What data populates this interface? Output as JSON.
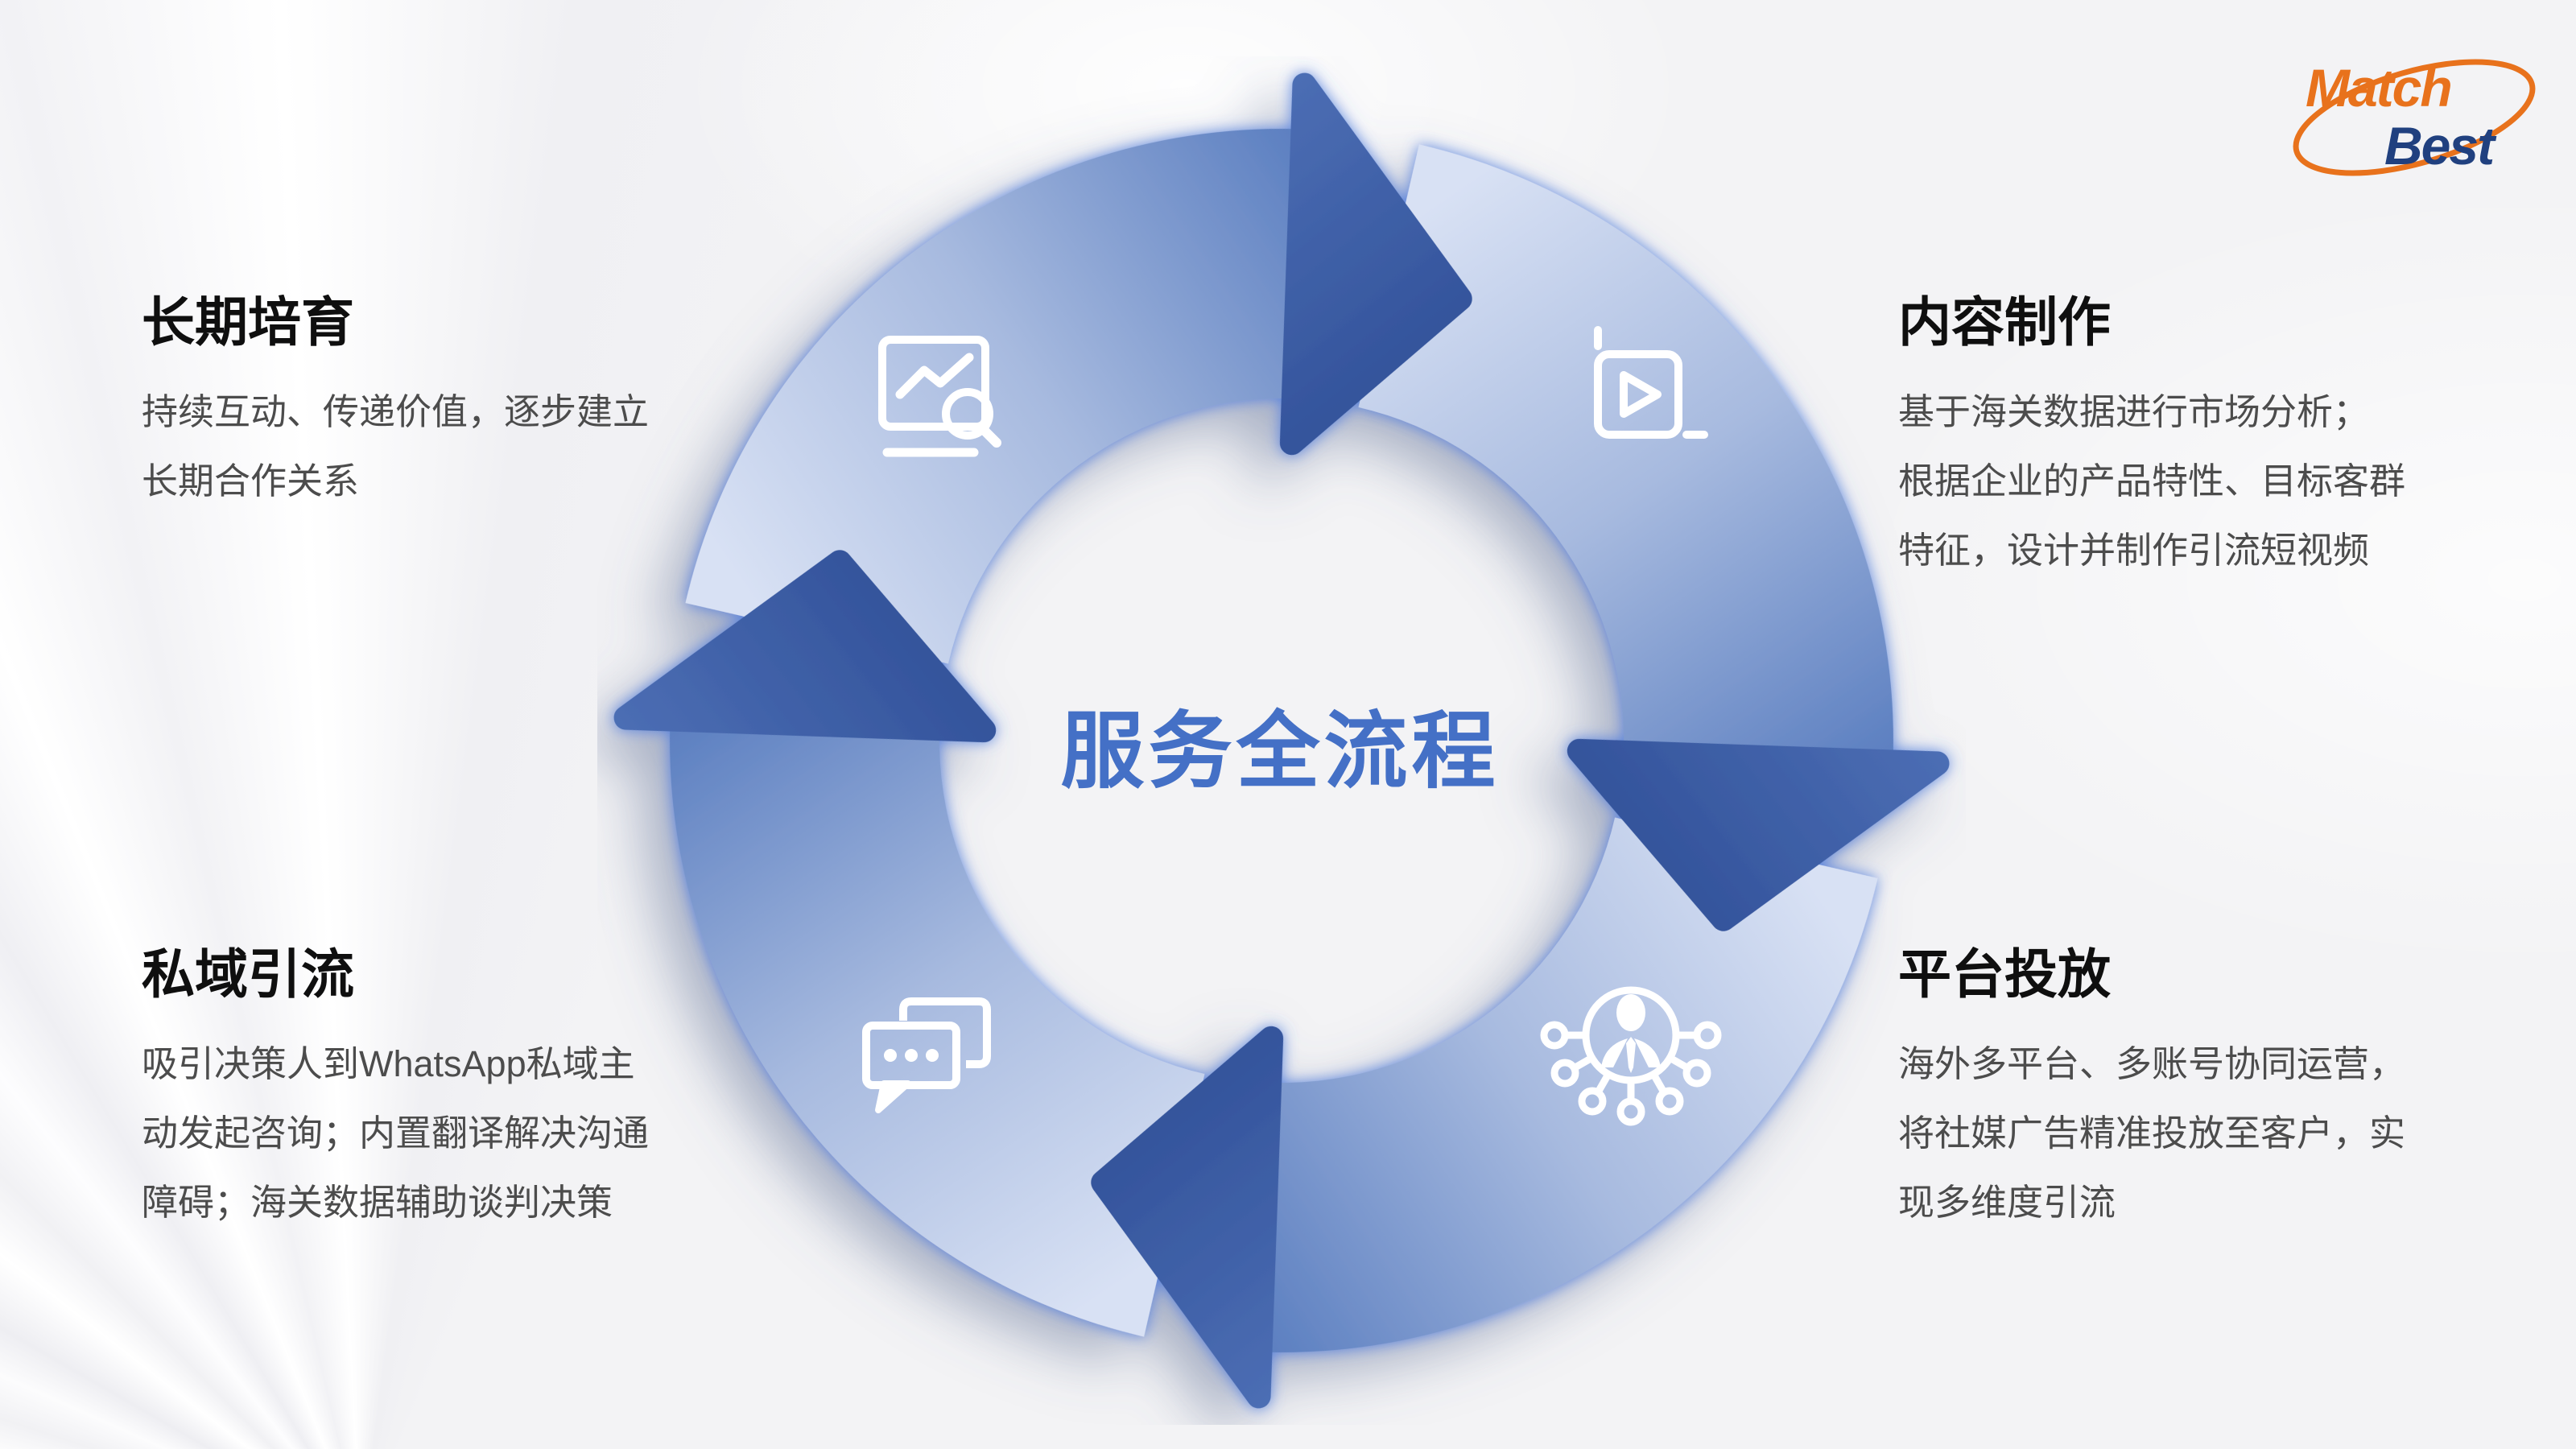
{
  "logo": {
    "word_top": "Match",
    "word_bottom": "Best"
  },
  "center": {
    "title": "服务全流程"
  },
  "sections": {
    "top_left": {
      "title": "长期培育",
      "lines": [
        "持续互动、传递价值，逐步建立",
        "长期合作关系"
      ]
    },
    "top_right": {
      "title": "内容制作",
      "lines": [
        "基于海关数据进行市场分析；",
        "根据企业的产品特性、目标客群",
        "特征，设计并制作引流短视频"
      ]
    },
    "bottom_left": {
      "title": "私域引流",
      "lines": [
        "吸引决策人到WhatsApp私域主",
        "动发起咨询；内置翻译解决沟通",
        "障碍；海关数据辅助谈判决策"
      ]
    },
    "bottom_right": {
      "title": "平台投放",
      "lines": [
        "海外多平台、多账号协同运营，",
        "将社媒广告精准投放至客户，实",
        "现多维度引流"
      ]
    }
  },
  "icons": {
    "top_left": "chart-search-icon",
    "top_right": "video-crop-icon",
    "bottom_left": "chat-bubbles-icon",
    "bottom_right": "person-network-icon"
  },
  "colors": {
    "center_title_blue": "#4470c6",
    "arrow_dark": "#3a5ca3",
    "arrow_light": "#d6e0f3",
    "arrow_rim": "#4a78dd",
    "logo_orange": "#e8721c",
    "logo_navy": "#20407f",
    "title_black": "#0f0f0f",
    "body_gray": "#4c4c4c",
    "background": "#f3f3f5"
  }
}
